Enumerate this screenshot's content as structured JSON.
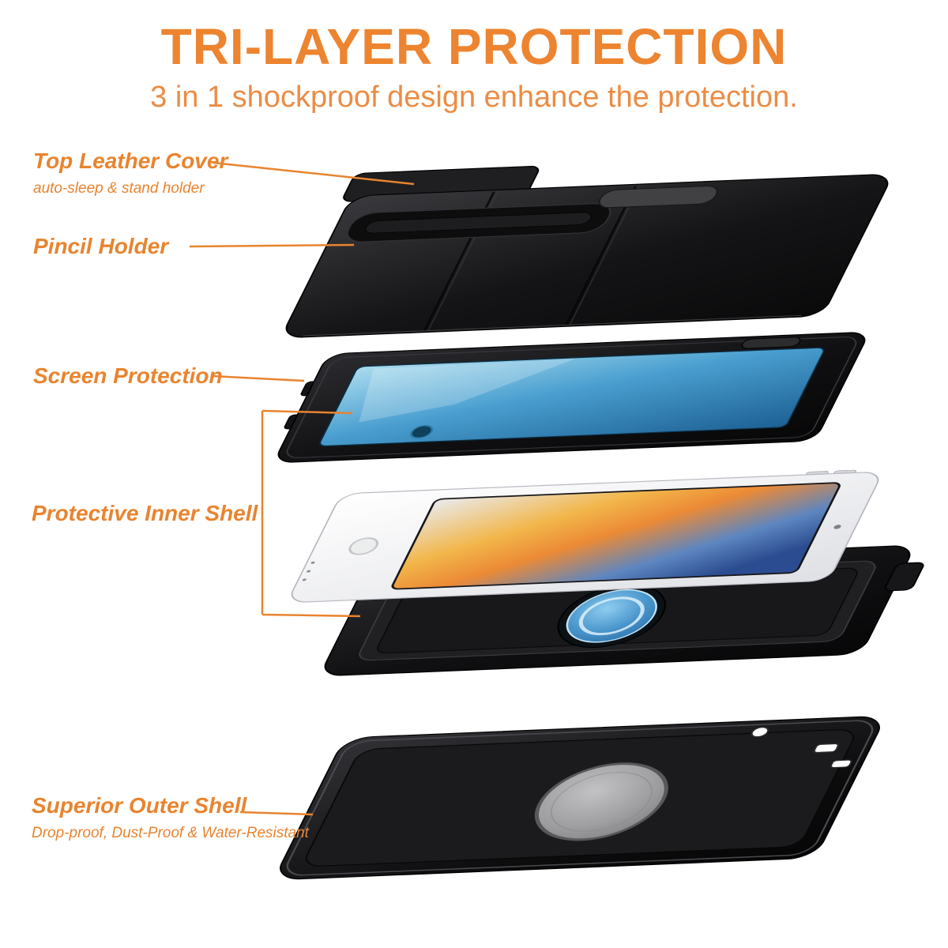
{
  "header": {
    "title": "TRI-LAYER PROTECTION",
    "subtitle": "3 in 1 shockproof design enhance the protection."
  },
  "callouts": {
    "top_leather_cover": {
      "label": "Top Leather Cover",
      "sublabel": "auto-sleep & stand holder"
    },
    "pencil_holder": {
      "label": "Pincil Holder"
    },
    "screen_protection": {
      "label": "Screen Protection"
    },
    "protective_inner_shell": {
      "label": "Protective Inner Shell"
    },
    "superior_outer_shell": {
      "label": "Superior Outer Shell",
      "sublabel": "Drop-proof, Dust-Proof & Water-Resistant"
    }
  },
  "colors": {
    "accent_orange": "#E8842F",
    "title_orange": "#ED8430",
    "case_black": "#161618",
    "tablet_white": "#F4F4F6",
    "protector_screen_blue": "#2E7CB8",
    "kickstand_ring_blue": "#4A96CC",
    "outer_shell_hole_gray": "#9E9EA0"
  }
}
